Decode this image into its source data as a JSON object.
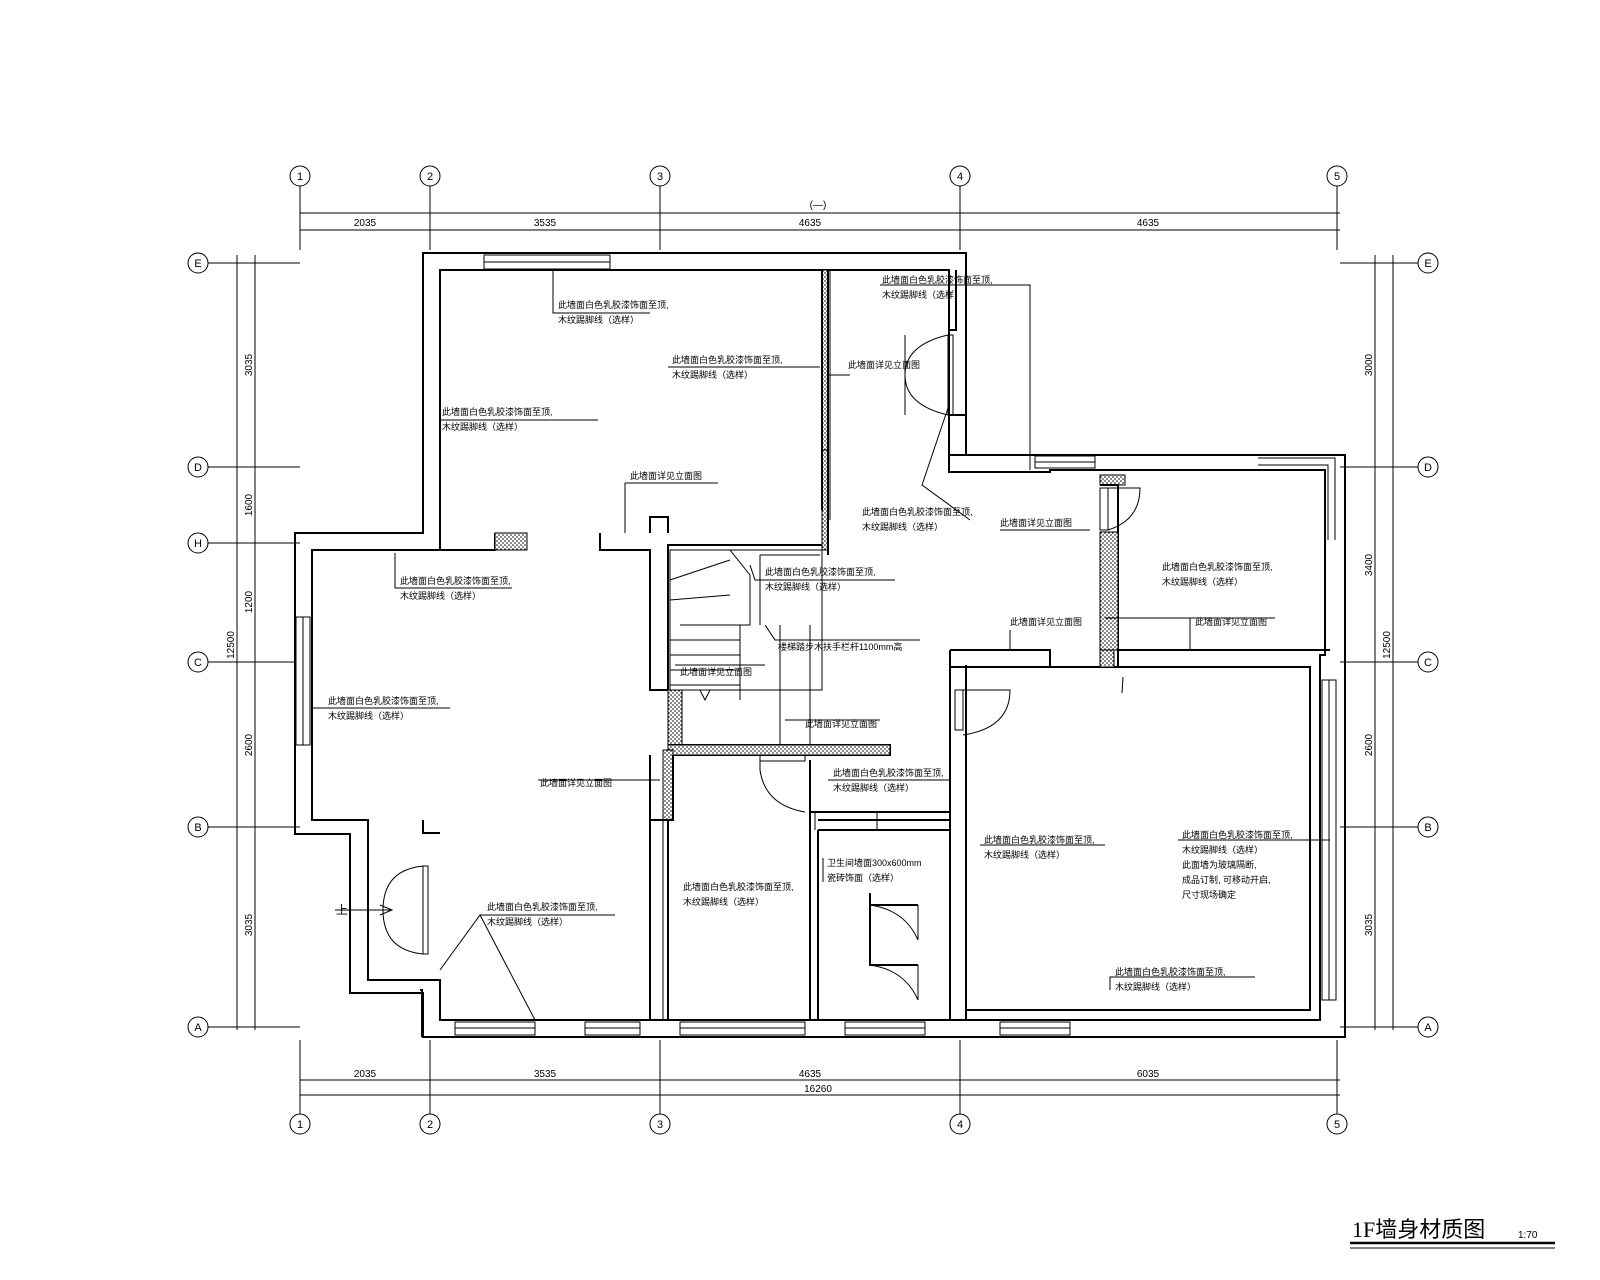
{
  "drawing": {
    "title": "1F墙身材质图",
    "scale": "1:70"
  },
  "axes": {
    "top": [
      "1",
      "2",
      "3",
      "4",
      "5"
    ],
    "bottom": [
      "1",
      "2",
      "3",
      "4",
      "5"
    ],
    "left": [
      "E",
      "D",
      "H",
      "C",
      "B",
      "A"
    ],
    "right": [
      "E",
      "D",
      "C",
      "B",
      "A"
    ]
  },
  "dimensions": {
    "top_total": "(—)",
    "top_segments": [
      "2035",
      "3535",
      "4635",
      "4635"
    ],
    "bottom_segments": [
      "2035",
      "3535",
      "4635",
      "6035"
    ],
    "bottom_total": "16260",
    "left_segments": [
      "3035",
      "1600",
      "1200",
      "2600",
      "3035"
    ],
    "left_total": "12500",
    "right_segments": [
      "3000",
      "3400",
      "2600",
      "3035"
    ],
    "right_total": "12500"
  },
  "notes": [
    {
      "line1": "此墙面白色乳胶漆饰面至顶,",
      "line2": "木纹踢脚线（选样）"
    },
    {
      "line1": "此墙面白色乳胶漆饰面至顶,",
      "line2": "木纹踢脚线（选样）"
    },
    {
      "line1": "此墙面白色乳胶漆饰面至顶,",
      "line2": "木纹踢脚线（选样）"
    },
    {
      "line1": "此墙面详见立面图",
      "line2": ""
    },
    {
      "line1": "此墙面白色乳胶漆饰面至顶,",
      "line2": "木纹踢脚线（选样）"
    },
    {
      "line1": "此墙面白色乳胶漆饰面至顶,",
      "line2": "木纹踢脚线（选样）"
    },
    {
      "line1": "此墙面详见立面图",
      "line2": ""
    },
    {
      "line1": "此墙面白色乳胶漆饰面至顶,",
      "line2": "木纹踢脚线（选样）"
    },
    {
      "line1": "此墙面详见立面图",
      "line2": ""
    },
    {
      "line1": "此墙面白色乳胶漆饰面至顶,",
      "line2": "木纹踢脚线（选样）"
    },
    {
      "line1": "楼梯踏步木扶手栏杆1100mm高",
      "line2": ""
    },
    {
      "line1": "此墙面详见立面图",
      "line2": ""
    },
    {
      "line1": "此墙面详见立面图",
      "line2": ""
    },
    {
      "line1": "此墙面白色乳胶漆饰面至顶,",
      "line2": "木纹踢脚线（选样）"
    },
    {
      "line1": "此墙面详见立面图",
      "line2": ""
    },
    {
      "line1": "此墙面详见立面图",
      "line2": ""
    },
    {
      "line1": "此墙面白色乳胶漆饰面至顶,",
      "line2": "木纹踢脚线（选样）"
    },
    {
      "line1": "此墙面详见立面图",
      "line2": ""
    },
    {
      "line1": "此墙面白色乳胶漆饰面至顶,",
      "line2": "木纹踢脚线（选样）"
    },
    {
      "line1": "此墙面白色乳胶漆饰面至顶,",
      "line2": "木纹踢脚线（选样）"
    },
    {
      "line1": "此墙面白色乳胶漆饰面至顶,",
      "line2": "木纹踢脚线（选样）"
    },
    {
      "line1": "卫生间墙面300x600mm",
      "line2": "瓷砖饰面（选样）"
    },
    {
      "line1": "此墙面白色乳胶漆饰面至顶,",
      "line2": "木纹踢脚线（选样）",
      "line3": "此面墙为玻璃隔断,",
      "line4": "成品订制, 可移动开启,",
      "line5": "尺寸现场确定"
    },
    {
      "line1": "此墙面白色乳胶漆饰面至顶,",
      "line2": "木纹踢脚线（选样）"
    },
    {
      "line1": "上",
      "line2": ""
    }
  ]
}
